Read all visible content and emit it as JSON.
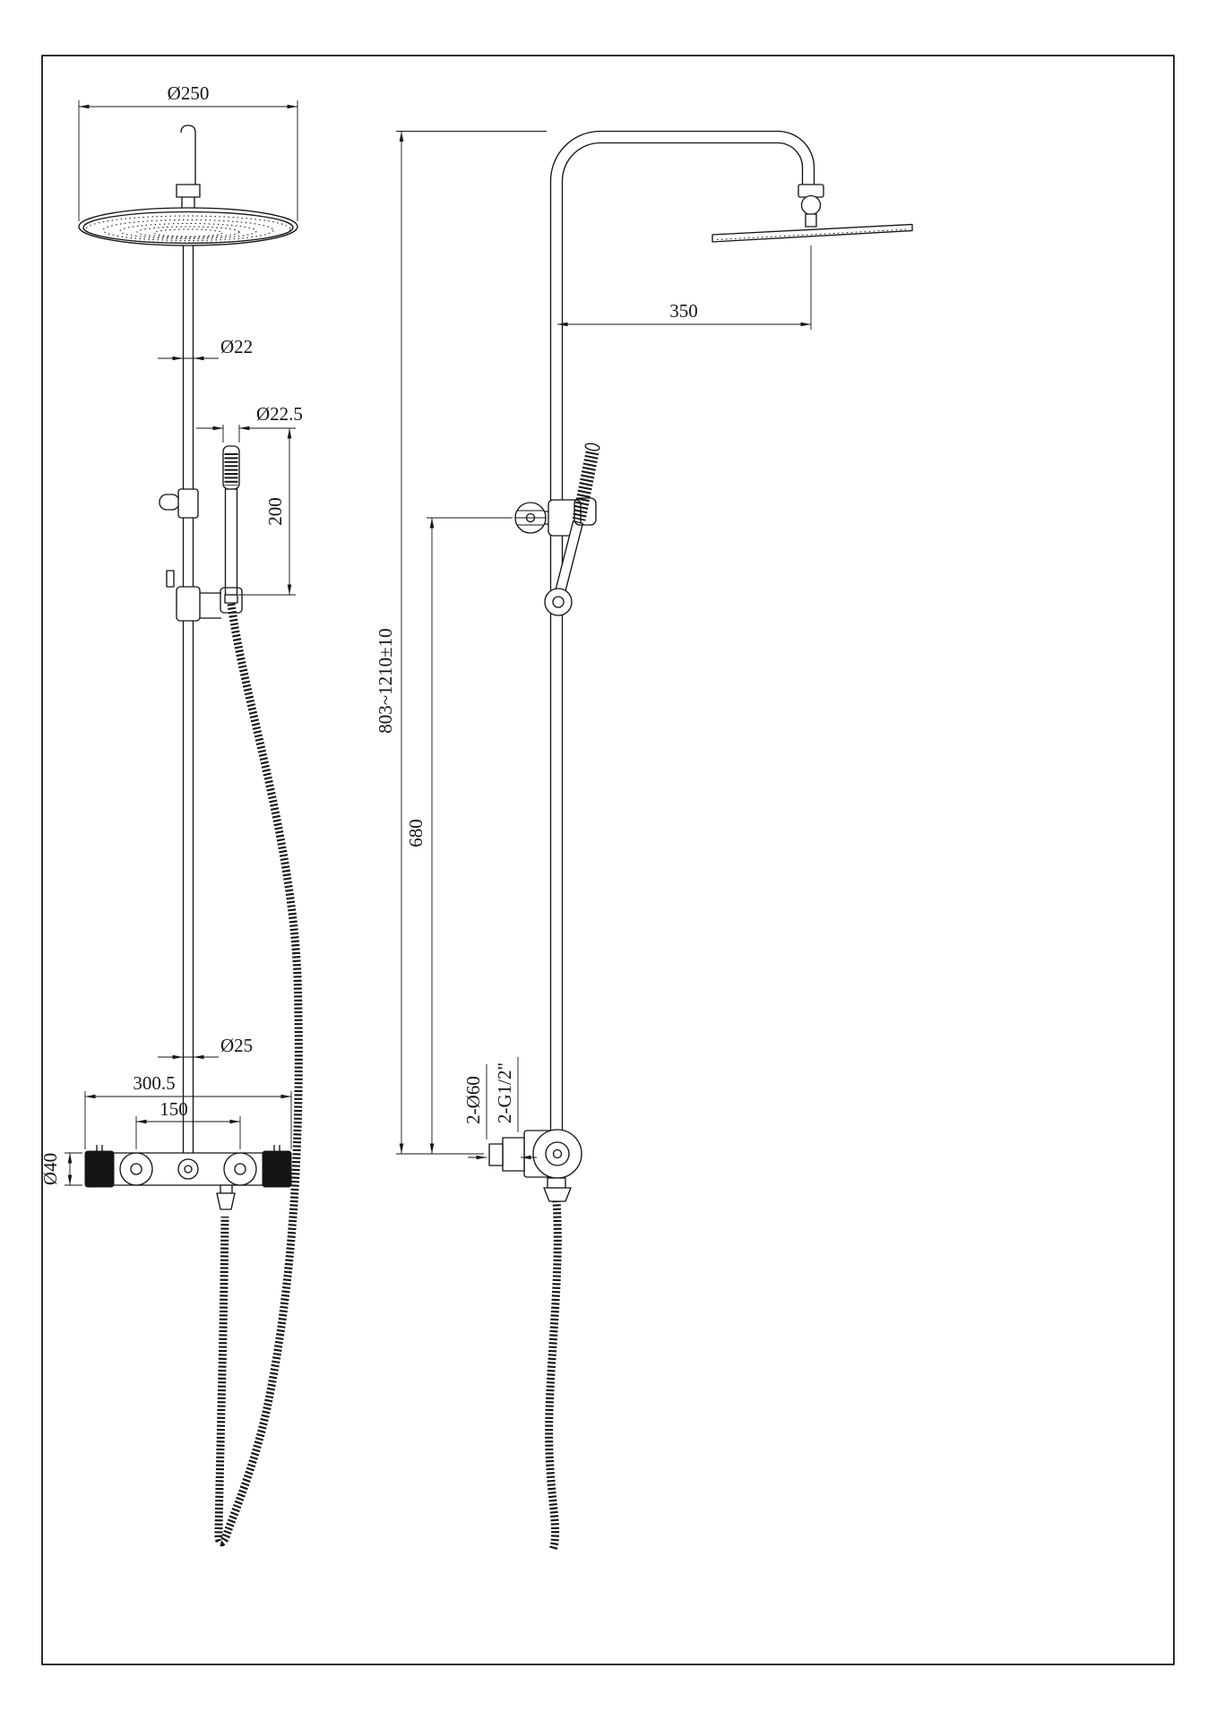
{
  "drawing": {
    "front_view": {
      "head_diameter": "Ø250",
      "pipe_diameter": "Ø22",
      "handshower_diameter": "Ø22.5",
      "handshower_length": "200",
      "lower_pipe_diameter": "Ø25",
      "mixer_width": "300.5",
      "valve_center_distance": "150",
      "mixer_body_diameter": "Ø40"
    },
    "side_view": {
      "head_arm_reach": "350",
      "overall_height": "803~1210±10",
      "slider_height": "680",
      "inlet_diameter": "2-Ø60",
      "inlet_thread": "2-G1/2\""
    },
    "line_color": "#151515",
    "background": "#ffffff"
  }
}
